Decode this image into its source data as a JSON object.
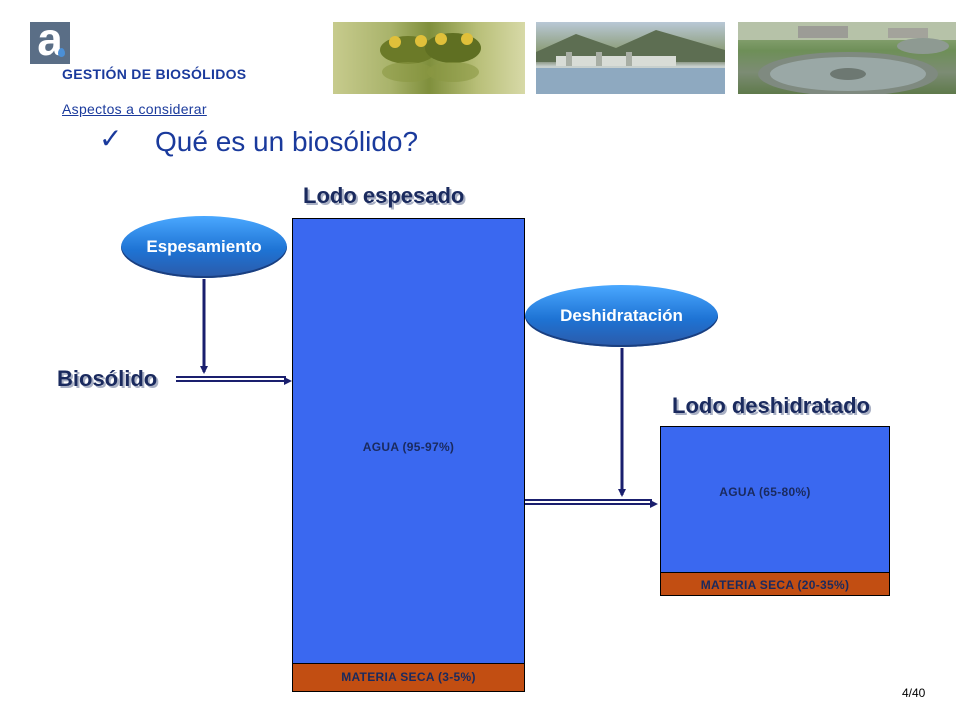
{
  "header": {
    "logo_letter": "a",
    "section_title": "GESTIÓN DE BIOSÓLIDOS",
    "subsection_link": "Aspectos a considerar",
    "photos": [
      "frogs-in-water-photo",
      "dam-reservoir-photo",
      "treatment-plant-photo"
    ]
  },
  "slide": {
    "check_icon": "✓",
    "title": "Qué es un biosólido?"
  },
  "diagram": {
    "process_thicken": "Espesamiento",
    "process_dewater": "Deshidratación",
    "input_label": "Biosólido",
    "thickened_label": "Lodo espesado",
    "dewatered_label": "Lodo deshidratado",
    "thickened_water": "AGUA (95-97%)",
    "thickened_solids": "MATERIA SECA (3-5%)",
    "dewatered_water": "AGUA (65-80%)",
    "dewatered_solids": "MATERIA SECA (20-35%)"
  },
  "colors": {
    "title_blue": "#1a3a9c",
    "water_blue": "#3a68f0",
    "solids_orange": "#c24e12",
    "arrow_navy": "#1a1f6e"
  },
  "footer": {
    "page_number": "4/40"
  }
}
